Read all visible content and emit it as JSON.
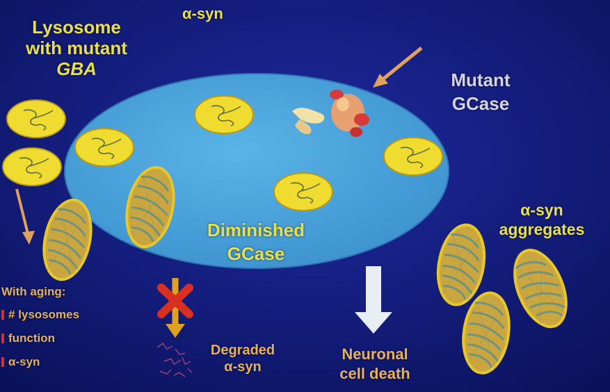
{
  "labels": {
    "lysosome_line1": "Lysosome",
    "lysosome_line2": "with mutant",
    "lysosome_line3": "GBA",
    "alpha_syn_top": "α-syn",
    "mutant_gcase_line1": "Mutant",
    "mutant_gcase_line2": "GCase",
    "diminished_line1": "Diminished",
    "diminished_line2": "GCase",
    "aggregates_line1": "α-syn",
    "aggregates_line2": "aggregates",
    "degraded_line1": "Degraded",
    "degraded_line2": "α-syn",
    "neuronal_line1": "Neuronal",
    "neuronal_line2": "cell death"
  },
  "aging": {
    "title": "With aging:",
    "items": [
      "# lysosomes",
      "function",
      "α-syn"
    ]
  },
  "colors": {
    "background": "#0d1568",
    "lysosome_fill": "#4fa6dc",
    "vesicle_fill": "#f0dc30",
    "vesicle_stroke": "#b89a18",
    "mito_stroke": "#e2c62a",
    "label_yellow": "#e8e04a",
    "label_orange": "#e5b060",
    "label_grey": "#d4d4e2",
    "arrow_orange": "#e0a25a",
    "arrow_white": "#e8eef4",
    "cross_red": "#d83020",
    "aging_tick": "#d43030"
  }
}
